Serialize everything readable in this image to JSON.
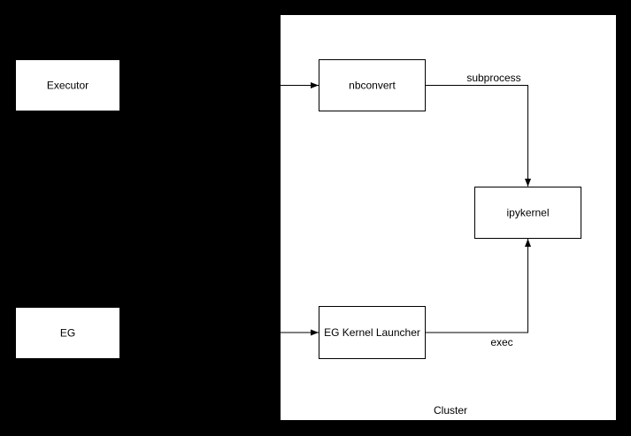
{
  "diagram": {
    "background_color": "#000000",
    "node_fill_color": "#ffffff",
    "line_color": "#000000",
    "text_color": "#000000",
    "cluster": {
      "label": "Cluster"
    },
    "nodes": [
      {
        "id": "executor",
        "label": "Executor"
      },
      {
        "id": "eg",
        "label": "EG"
      },
      {
        "id": "nbconvert",
        "label": "nbconvert"
      },
      {
        "id": "eg-kernel-launcher",
        "label": "EG Kernel Launcher"
      },
      {
        "id": "ipykernel",
        "label": "ipykernel"
      }
    ],
    "edges": [
      {
        "from": "Executor",
        "to": "nbconvert",
        "label": ""
      },
      {
        "from": "nbconvert",
        "to": "ipykernel",
        "label": "subprocess"
      },
      {
        "from": "EG",
        "to": "EG Kernel Launcher",
        "label": ""
      },
      {
        "from": "EG Kernel Launcher",
        "to": "ipykernel",
        "label": "exec"
      }
    ]
  }
}
